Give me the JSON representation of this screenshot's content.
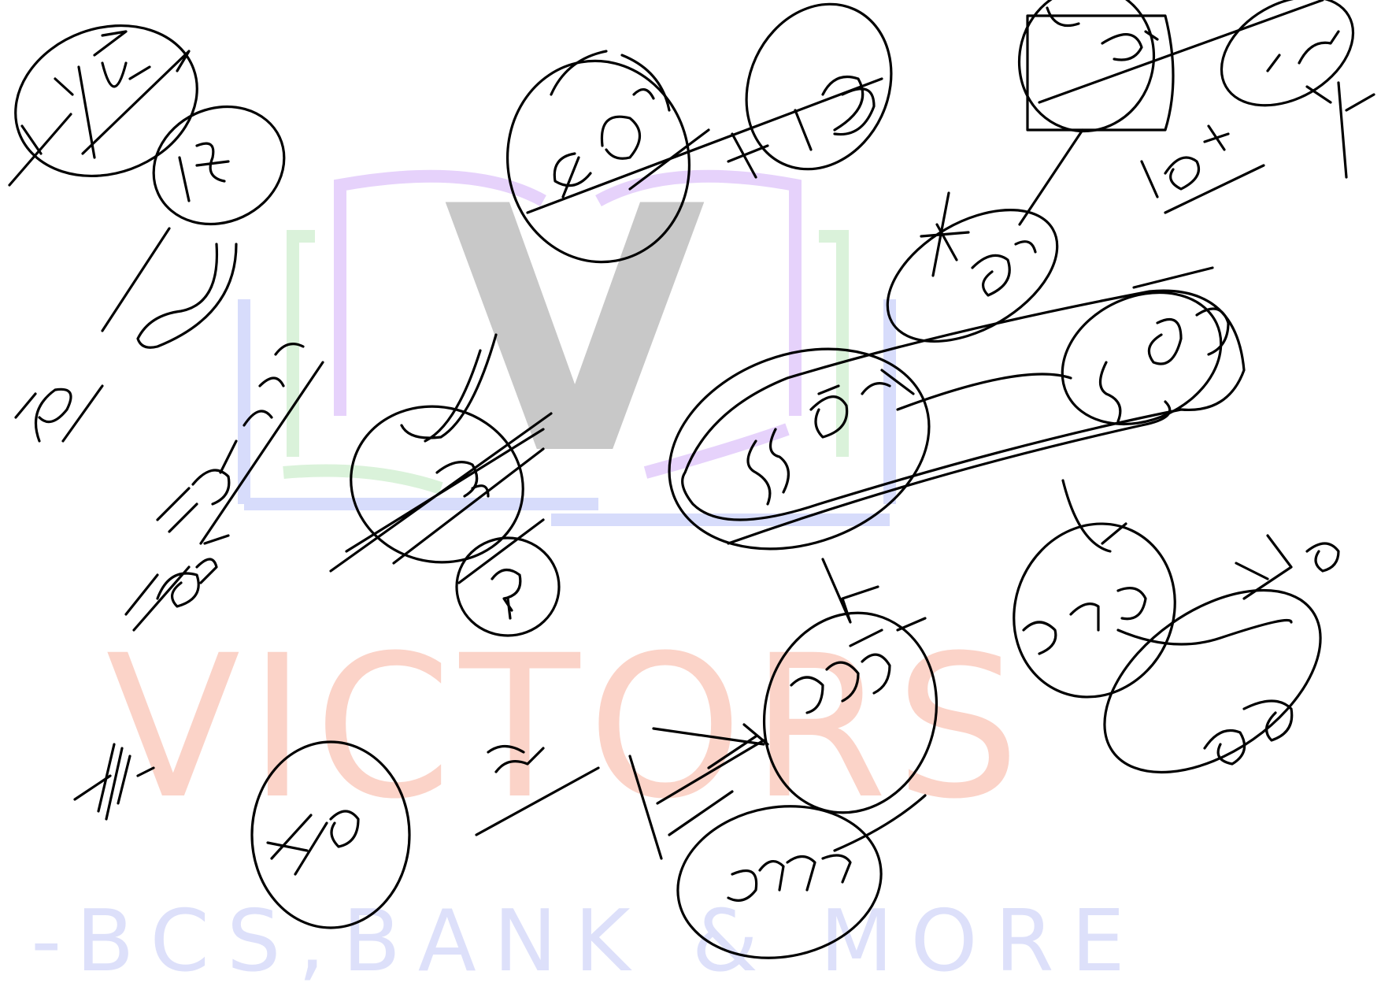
{
  "watermark": {
    "logo_letter": "V",
    "brand": "VICTORS",
    "tagline": "-BCS,BANK & MORE",
    "colors": {
      "logo_letter": "#c8c8c8",
      "book_violet": "#e6d2fb",
      "book_green": "#daf2da",
      "book_blue": "#d7dcfb",
      "brand": "#fbd3c8",
      "tagline": "#dde0fa"
    }
  },
  "ink_color": "#000000"
}
